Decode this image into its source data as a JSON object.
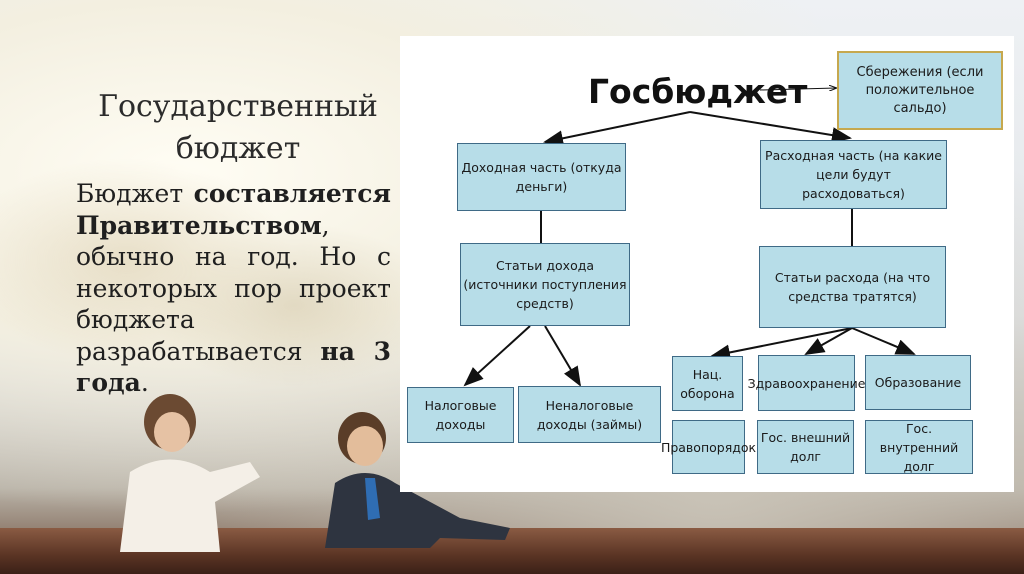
{
  "left": {
    "heading_line1": "Государственный",
    "heading_line2": "бюджет",
    "para_p1": "Бюджет ",
    "para_b1": "составляется Правительством",
    "para_p2": ", обычно на год. Но с некоторых пор проект бюджета разрабатывается ",
    "para_b2": "на 3 года",
    "para_p3": "."
  },
  "diagram": {
    "title": "Госбюджет",
    "savings": "Сбережения (если положительное сальдо)",
    "income": "Доходная часть (откуда деньги)",
    "expense": "Расходная часть (на какие цели будут расходоваться)",
    "income_items": "Статьи дохода (источники поступления средств)",
    "expense_items": "Статьи расхода (на что средства тратятся)",
    "tax": "Налоговые доходы",
    "nontax": "Неналоговые доходы (займы)",
    "defense": "Нац. оборона",
    "health": "Здравоохранение",
    "education": "Образование",
    "law": "Правопорядок",
    "ext_debt": "Гос. внешний долг",
    "int_debt": "Гос. внутренний долг"
  },
  "colors": {
    "box_fill": "#b7dde8",
    "box_border": "#3f6a86",
    "savings_border": "#c6a84e"
  }
}
